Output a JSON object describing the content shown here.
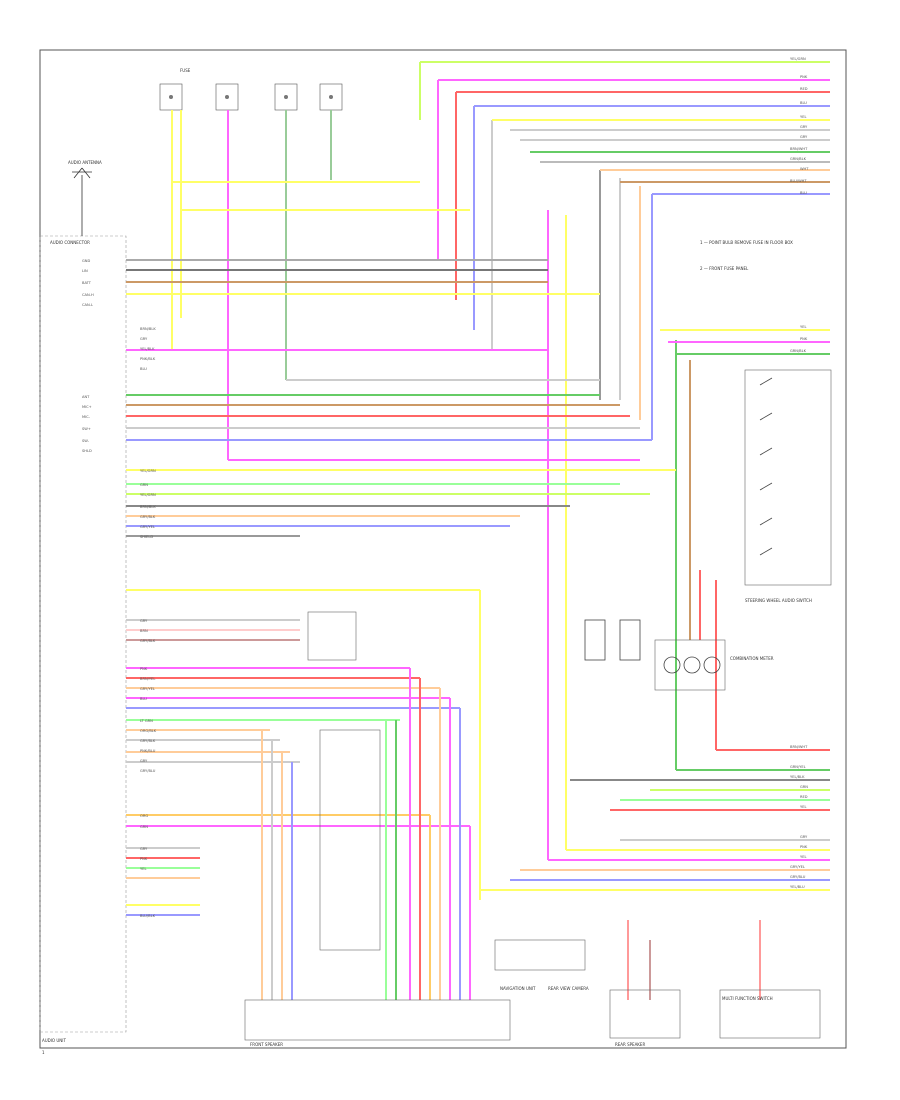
{
  "diagram": {
    "footer_left": "AUDIO UNIT",
    "page_marker": "1",
    "note_1": "1 — POINT BULB REMOVE FUSE IN FLOOR BOX",
    "note_2": "2 — FRONT FUSE PANEL",
    "labels": {
      "antenna": "AUDIO ANTENNA",
      "left_connector": "AUDIO CONNECTOR",
      "steering_switch": "STEERING WHEEL AUDIO SWITCH",
      "combination": "COMBINATION METER",
      "rear_camera": "REAR VIEW CAMERA",
      "multi_function": "MULTI FUNCTION SWITCH",
      "front_speaker": "FRONT SPEAKER",
      "rear_speaker": "REAR SPEAKER",
      "navi_unit": "NAVIGATION UNIT",
      "fuse_ref": "FUSE"
    },
    "wire_codes_right": [
      "YEL/GRN",
      "PNK",
      "RED",
      "BLU",
      "YEL",
      "GRY",
      "GRY",
      "BRN/WHT",
      "GRN/BLK",
      "WHT",
      "BLU/WHT",
      "BLU"
    ],
    "wire_codes_mid_right": [
      "YEL",
      "PNK",
      "GRN/BLK"
    ],
    "wire_codes_lower_right": [
      "BRN/WHT",
      "GRN/YEL",
      "YEL/BLK",
      "GRN",
      "RED",
      "YEL"
    ],
    "wire_codes_bottom_right": [
      "GRY",
      "PNK",
      "YEL",
      "GRY/YEL",
      "GRY/BLU",
      "YEL/BLU"
    ],
    "left_pins_a": [
      "GND",
      "LIN",
      "BATT",
      "CAN-H",
      "CAN-L"
    ],
    "left_pins_b": [
      "BRN/BLK",
      "GRY",
      "YEL/BLK",
      "PNK/BLK",
      "BLU"
    ],
    "left_pins_c": [
      "ANT",
      "MIC+",
      "MIC-",
      "SW+",
      "SW-",
      "SHLD"
    ],
    "left_pins_d": [
      "YEL/GRN",
      "GRN",
      "YEL/GRN",
      "BRN/BLK",
      "GRY/BLK",
      "GRY/YEL",
      "SHIELD"
    ],
    "left_pins_e": [
      "GRY",
      "BRN",
      "GRY/BLK"
    ],
    "left_pins_f": [
      "PNK",
      "BRN/YEL",
      "GRY/YEL",
      "BLU",
      "LT GRN",
      "ORG/BLK",
      "GRY/BLK",
      "PNK/BLU",
      "GRY",
      "GRY/BLU"
    ],
    "left_pins_g": [
      "ORG",
      "GRN",
      "GRY",
      "PNK",
      "YEL",
      "BLU/BLK"
    ]
  }
}
